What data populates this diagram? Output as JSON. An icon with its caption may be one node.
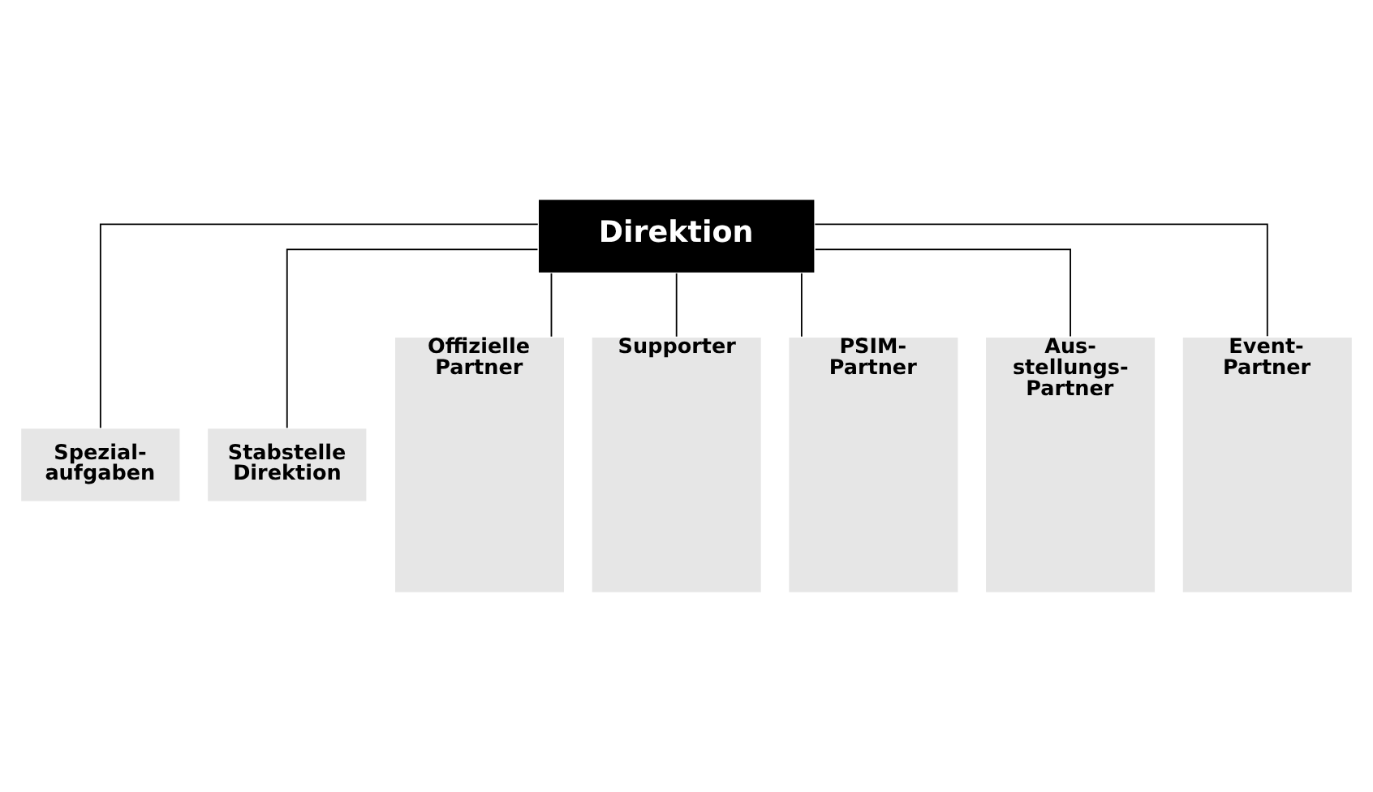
{
  "diagram": {
    "nodes": [
      {
        "text": [
          "Direktion"
        ]
      },
      {
        "text": [
          "Spezial- aufgaben"
        ]
      },
      {
        "text": [
          "Stabstelle Direktion"
        ]
      },
      {
        "text": [
          "Offizielle Partner"
        ]
      },
      {
        "text": [
          "Supporter"
        ]
      },
      {
        "text": [
          "PSIM- Partner"
        ]
      },
      {
        "text": [
          "Aus- stellungs- Partner"
        ]
      },
      {
        "text": [
          "Event- Partner"
        ]
      }
    ],
    "edges": [
      {
        "from": 0,
        "to": 1,
        "arrow": "none"
      },
      {
        "from": 0,
        "to": 2,
        "arrow": "none"
      },
      {
        "from": 0,
        "to": 3,
        "arrow": "none"
      },
      {
        "from": 0,
        "to": 4,
        "arrow": "none"
      },
      {
        "from": 0,
        "to": 5,
        "arrow": "none"
      },
      {
        "from": 0,
        "to": 6,
        "arrow": "none"
      },
      {
        "from": 0,
        "to": 7,
        "arrow": "none"
      }
    ]
  }
}
